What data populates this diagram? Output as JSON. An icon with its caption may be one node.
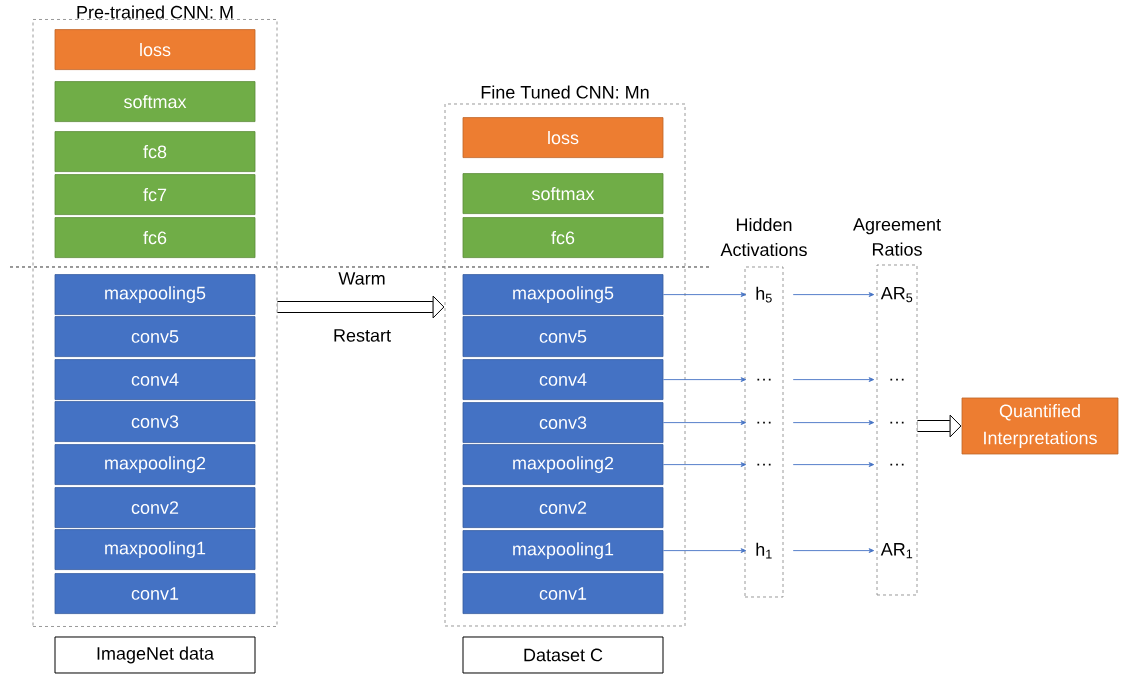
{
  "diagram": {
    "nodes": [
      {
        "text": [
          "Pre-trained CNN: M"
        ]
      },
      {
        "text": [
          "loss"
        ],
        "in": 0
      },
      {
        "text": [
          "softmax"
        ],
        "in": 0
      },
      {
        "text": [
          "fc8"
        ],
        "in": 0
      },
      {
        "text": [
          "fc7"
        ],
        "in": 0
      },
      {
        "text": [
          "fc6"
        ],
        "in": 0
      },
      {
        "text": [
          "maxpooling5"
        ],
        "in": 0
      },
      {
        "text": [
          "conv5"
        ],
        "in": 0
      },
      {
        "text": [
          "conv4"
        ],
        "in": 0
      },
      {
        "text": [
          "conv3"
        ],
        "in": 0
      },
      {
        "text": [
          "maxpooling2"
        ],
        "in": 0
      },
      {
        "text": [
          "conv2"
        ],
        "in": 0
      },
      {
        "text": [
          "maxpooling1"
        ],
        "in": 0
      },
      {
        "text": [
          "conv1"
        ],
        "in": 0
      },
      {
        "text": [
          "ImageNet data"
        ]
      },
      {
        "text": [
          "Fine Tuned CNN: Mn"
        ]
      },
      {
        "text": [
          "loss"
        ],
        "in": 15
      },
      {
        "text": [
          "softmax"
        ],
        "in": 15
      },
      {
        "text": [
          "fc6"
        ],
        "in": 15
      },
      {
        "text": [
          "maxpooling5"
        ],
        "in": 15
      },
      {
        "text": [
          "conv5"
        ],
        "in": 15
      },
      {
        "text": [
          "conv4"
        ],
        "in": 15
      },
      {
        "text": [
          "conv3"
        ],
        "in": 15
      },
      {
        "text": [
          "maxpooling2"
        ],
        "in": 15
      },
      {
        "text": [
          "conv2"
        ],
        "in": 15
      },
      {
        "text": [
          "maxpooling1"
        ],
        "in": 15
      },
      {
        "text": [
          "conv1"
        ],
        "in": 15
      },
      {
        "text": [
          "Dataset C"
        ]
      },
      {
        "text": [
          "Hidden Activations"
        ]
      },
      {
        "text": [
          "h$_{5}$"
        ],
        "in": 28
      },
      {
        "text": [
          "…"
        ],
        "in": 28
      },
      {
        "text": [
          "…"
        ],
        "in": 28
      },
      {
        "text": [
          "…"
        ],
        "in": 28
      },
      {
        "text": [
          "h$_{1}$"
        ],
        "in": 28
      },
      {
        "text": [
          "Agreement Ratios"
        ]
      },
      {
        "text": [
          "AR$_{5}$"
        ],
        "in": 34
      },
      {
        "text": [
          "…"
        ],
        "in": 34
      },
      {
        "text": [
          "…"
        ],
        "in": 34
      },
      {
        "text": [
          "…"
        ],
        "in": 34
      },
      {
        "text": [
          "AR$_{1}$"
        ],
        "in": 34
      },
      {
        "text": [
          "Quantified Interpretations"
        ]
      }
    ],
    "edges": [
      {
        "from": 0,
        "to": 15,
        "arrow": "to",
        "label": "Warm Restart",
        "style": "thick",
        "color": "#000000"
      },
      {
        "from": 19,
        "to": 29,
        "arrow": "to"
      },
      {
        "from": 21,
        "to": 30,
        "arrow": "to"
      },
      {
        "from": 22,
        "to": 31,
        "arrow": "to"
      },
      {
        "from": 23,
        "to": 32,
        "arrow": "to"
      },
      {
        "from": 25,
        "to": 33,
        "arrow": "to"
      },
      {
        "from": 29,
        "to": 35,
        "arrow": "to"
      },
      {
        "from": 30,
        "to": 36,
        "arrow": "to"
      },
      {
        "from": 31,
        "to": 37,
        "arrow": "to"
      },
      {
        "from": 32,
        "to": 38,
        "arrow": "to"
      },
      {
        "from": 33,
        "to": 39,
        "arrow": "to"
      },
      {
        "from": 34,
        "to": 40,
        "arrow": "to",
        "style": "thick",
        "color": "#000000"
      }
    ]
  }
}
